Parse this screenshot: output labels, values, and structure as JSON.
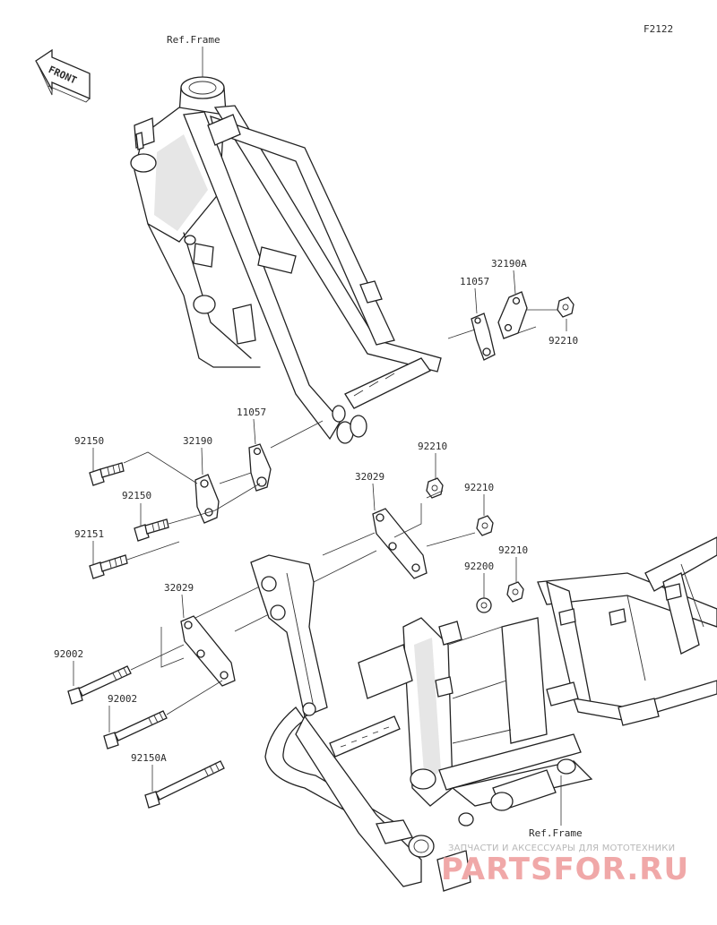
{
  "diagram_id": "F2122",
  "front_arrow": {
    "label": "FRONT",
    "icon": "front-arrow-icon"
  },
  "ref_labels": {
    "top": "Ref.Frame",
    "bottom": "Ref.Frame"
  },
  "parts": [
    {
      "key": "p32190A",
      "number": "32190A"
    },
    {
      "key": "p11057_top",
      "number": "11057"
    },
    {
      "key": "p92210_top",
      "number": "92210"
    },
    {
      "key": "p11057_mid",
      "number": "11057"
    },
    {
      "key": "p92150_a",
      "number": "92150"
    },
    {
      "key": "p32190",
      "number": "32190"
    },
    {
      "key": "p92150_b",
      "number": "92150"
    },
    {
      "key": "p92151",
      "number": "92151"
    },
    {
      "key": "p92210_a",
      "number": "92210"
    },
    {
      "key": "p32029_mid",
      "number": "32029"
    },
    {
      "key": "p92210_b",
      "number": "92210"
    },
    {
      "key": "p92210_c",
      "number": "92210"
    },
    {
      "key": "p92200",
      "number": "92200"
    },
    {
      "key": "p32029_low",
      "number": "32029"
    },
    {
      "key": "p92002_a",
      "number": "92002"
    },
    {
      "key": "p92002_b",
      "number": "92002"
    },
    {
      "key": "p92150A",
      "number": "92150A"
    }
  ],
  "watermark": {
    "tagline": "ЗАПЧАСТИ И АКСЕССУАРЫ ДЛЯ МОТОТЕХНИКИ",
    "brand": "PARTSFOR.RU"
  }
}
